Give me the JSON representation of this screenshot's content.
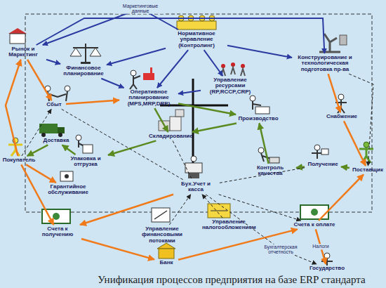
{
  "diagram": {
    "caption": "Унификация процессов предприятия на базе ERP стандарта",
    "nodes": [
      {
        "text": [
          "Рынок и Маркетинг"
        ]
      },
      {
        "text": [
          "Финансовое планирование"
        ]
      },
      {
        "text": [
          "Нормативное управление (Контролинг)"
        ]
      },
      {
        "text": [
          "Конструирование и технологическая подготовка пр-ва"
        ]
      },
      {
        "text": [
          "Управление ресурсами (RP,RCCP,CRP)"
        ]
      },
      {
        "text": [
          "Сбыт"
        ]
      },
      {
        "text": [
          "Оперативное планирование (MPS,MRP,DRP)"
        ]
      },
      {
        "text": [
          "Снабжение"
        ]
      },
      {
        "text": [
          "Доставка"
        ]
      },
      {
        "text": [
          "Складирование"
        ]
      },
      {
        "text": [
          "Производство"
        ]
      },
      {
        "text": [
          "Покупатель"
        ]
      },
      {
        "text": [
          "Упаковка и отгрузка"
        ]
      },
      {
        "text": [
          "Поставщик"
        ]
      },
      {
        "text": [
          "Получение"
        ]
      },
      {
        "text": [
          "Контроль качества"
        ]
      },
      {
        "text": [
          "Гарантийное обслуживание"
        ]
      },
      {
        "text": [
          "Бух.Учет и касса"
        ]
      },
      {
        "text": [
          "Управление финансовыми потоками"
        ]
      },
      {
        "text": [
          "Управление налогообложением"
        ]
      },
      {
        "text": [
          "Счета к получению"
        ]
      },
      {
        "text": [
          "Счета к оплате"
        ]
      },
      {
        "text": [
          "Банк"
        ]
      },
      {
        "text": [
          "Государство"
        ]
      }
    ],
    "edges": [
      {
        "from": 2,
        "to": 0,
        "arrow": "to",
        "label": "Маркетинговые данные"
      },
      {
        "from": 0,
        "to": 3,
        "arrow": "to"
      },
      {
        "from": 0,
        "to": 1,
        "arrow": "to"
      },
      {
        "from": 2,
        "to": 1,
        "arrow": "to"
      },
      {
        "from": 2,
        "to": 3,
        "arrow": "to"
      },
      {
        "from": 2,
        "to": 4,
        "arrow": "to"
      },
      {
        "from": 2,
        "to": 6,
        "arrow": "to"
      },
      {
        "from": 1,
        "to": 6,
        "arrow": "to"
      },
      {
        "from": 4,
        "to": 6,
        "arrow": "to"
      },
      {
        "from": 0,
        "to": 5,
        "arrow": "to"
      },
      {
        "from": 5,
        "to": 6,
        "arrow": "to"
      },
      {
        "from": 6,
        "to": 9,
        "arrow": "to"
      },
      {
        "from": 6,
        "to": 10,
        "arrow": "to"
      },
      {
        "from": 3,
        "to": 7,
        "arrow": "to"
      },
      {
        "from": 7,
        "to": 13,
        "arrow": "to"
      },
      {
        "from": 13,
        "to": 14,
        "arrow": "to"
      },
      {
        "from": 14,
        "to": 15,
        "arrow": "to"
      },
      {
        "from": 15,
        "to": 10,
        "arrow": "to"
      },
      {
        "from": 10,
        "to": 9,
        "arrow": "to"
      },
      {
        "from": 9,
        "to": 12,
        "arrow": "to"
      },
      {
        "from": 12,
        "to": 8,
        "arrow": "to"
      },
      {
        "from": 8,
        "to": 11,
        "arrow": "to"
      },
      {
        "from": 11,
        "to": 16,
        "arrow": "to"
      },
      {
        "from": 11,
        "to": 20,
        "arrow": "to"
      },
      {
        "from": 20,
        "to": 22,
        "arrow": "to"
      },
      {
        "from": 22,
        "to": 21,
        "arrow": "to"
      },
      {
        "from": 21,
        "to": 13,
        "arrow": "to"
      },
      {
        "from": 21,
        "to": 23,
        "arrow": "to",
        "label": "Налоги"
      },
      {
        "from": 17,
        "to": 23,
        "arrow": "to",
        "label": "Бухгалтерская отчетность"
      },
      {
        "from": 18,
        "to": 17,
        "arrow": "to"
      },
      {
        "from": 19,
        "to": 17,
        "arrow": "to"
      },
      {
        "from": 9,
        "to": 17,
        "arrow": "none"
      },
      {
        "from": 5,
        "to": 17,
        "arrow": "none"
      },
      {
        "from": 14,
        "to": 17,
        "arrow": "none"
      },
      {
        "from": 3,
        "to": 13,
        "arrow": "to"
      },
      {
        "from": 11,
        "to": 0,
        "arrow": "to"
      },
      {
        "from": 17,
        "to": 20,
        "arrow": "to"
      },
      {
        "from": 17,
        "to": 21,
        "arrow": "to"
      },
      {
        "from": 11,
        "to": 5,
        "arrow": "to"
      }
    ]
  }
}
